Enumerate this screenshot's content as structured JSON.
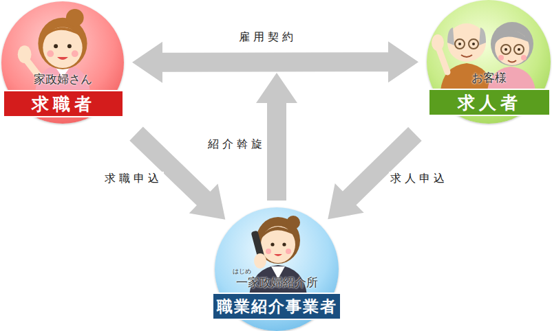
{
  "diagram": {
    "nodes": [
      {
        "text": [
          "家政婦さん",
          "求職者"
        ]
      },
      {
        "text": [
          "お客様",
          "求人者"
        ]
      },
      {
        "text": [
          "はじめ",
          "一家政婦紹介所",
          "職業紹介事業者"
        ]
      }
    ],
    "edges": [
      {
        "from": 0,
        "to": 1,
        "arrow": "both",
        "label": "雇用契約"
      },
      {
        "from": 0,
        "to": 2,
        "arrow": "to",
        "label": "求職申込"
      },
      {
        "from": 1,
        "to": 2,
        "arrow": "to",
        "label": "求人申込"
      }
    ],
    "labels": [
      "紹介斡旋"
    ]
  }
}
